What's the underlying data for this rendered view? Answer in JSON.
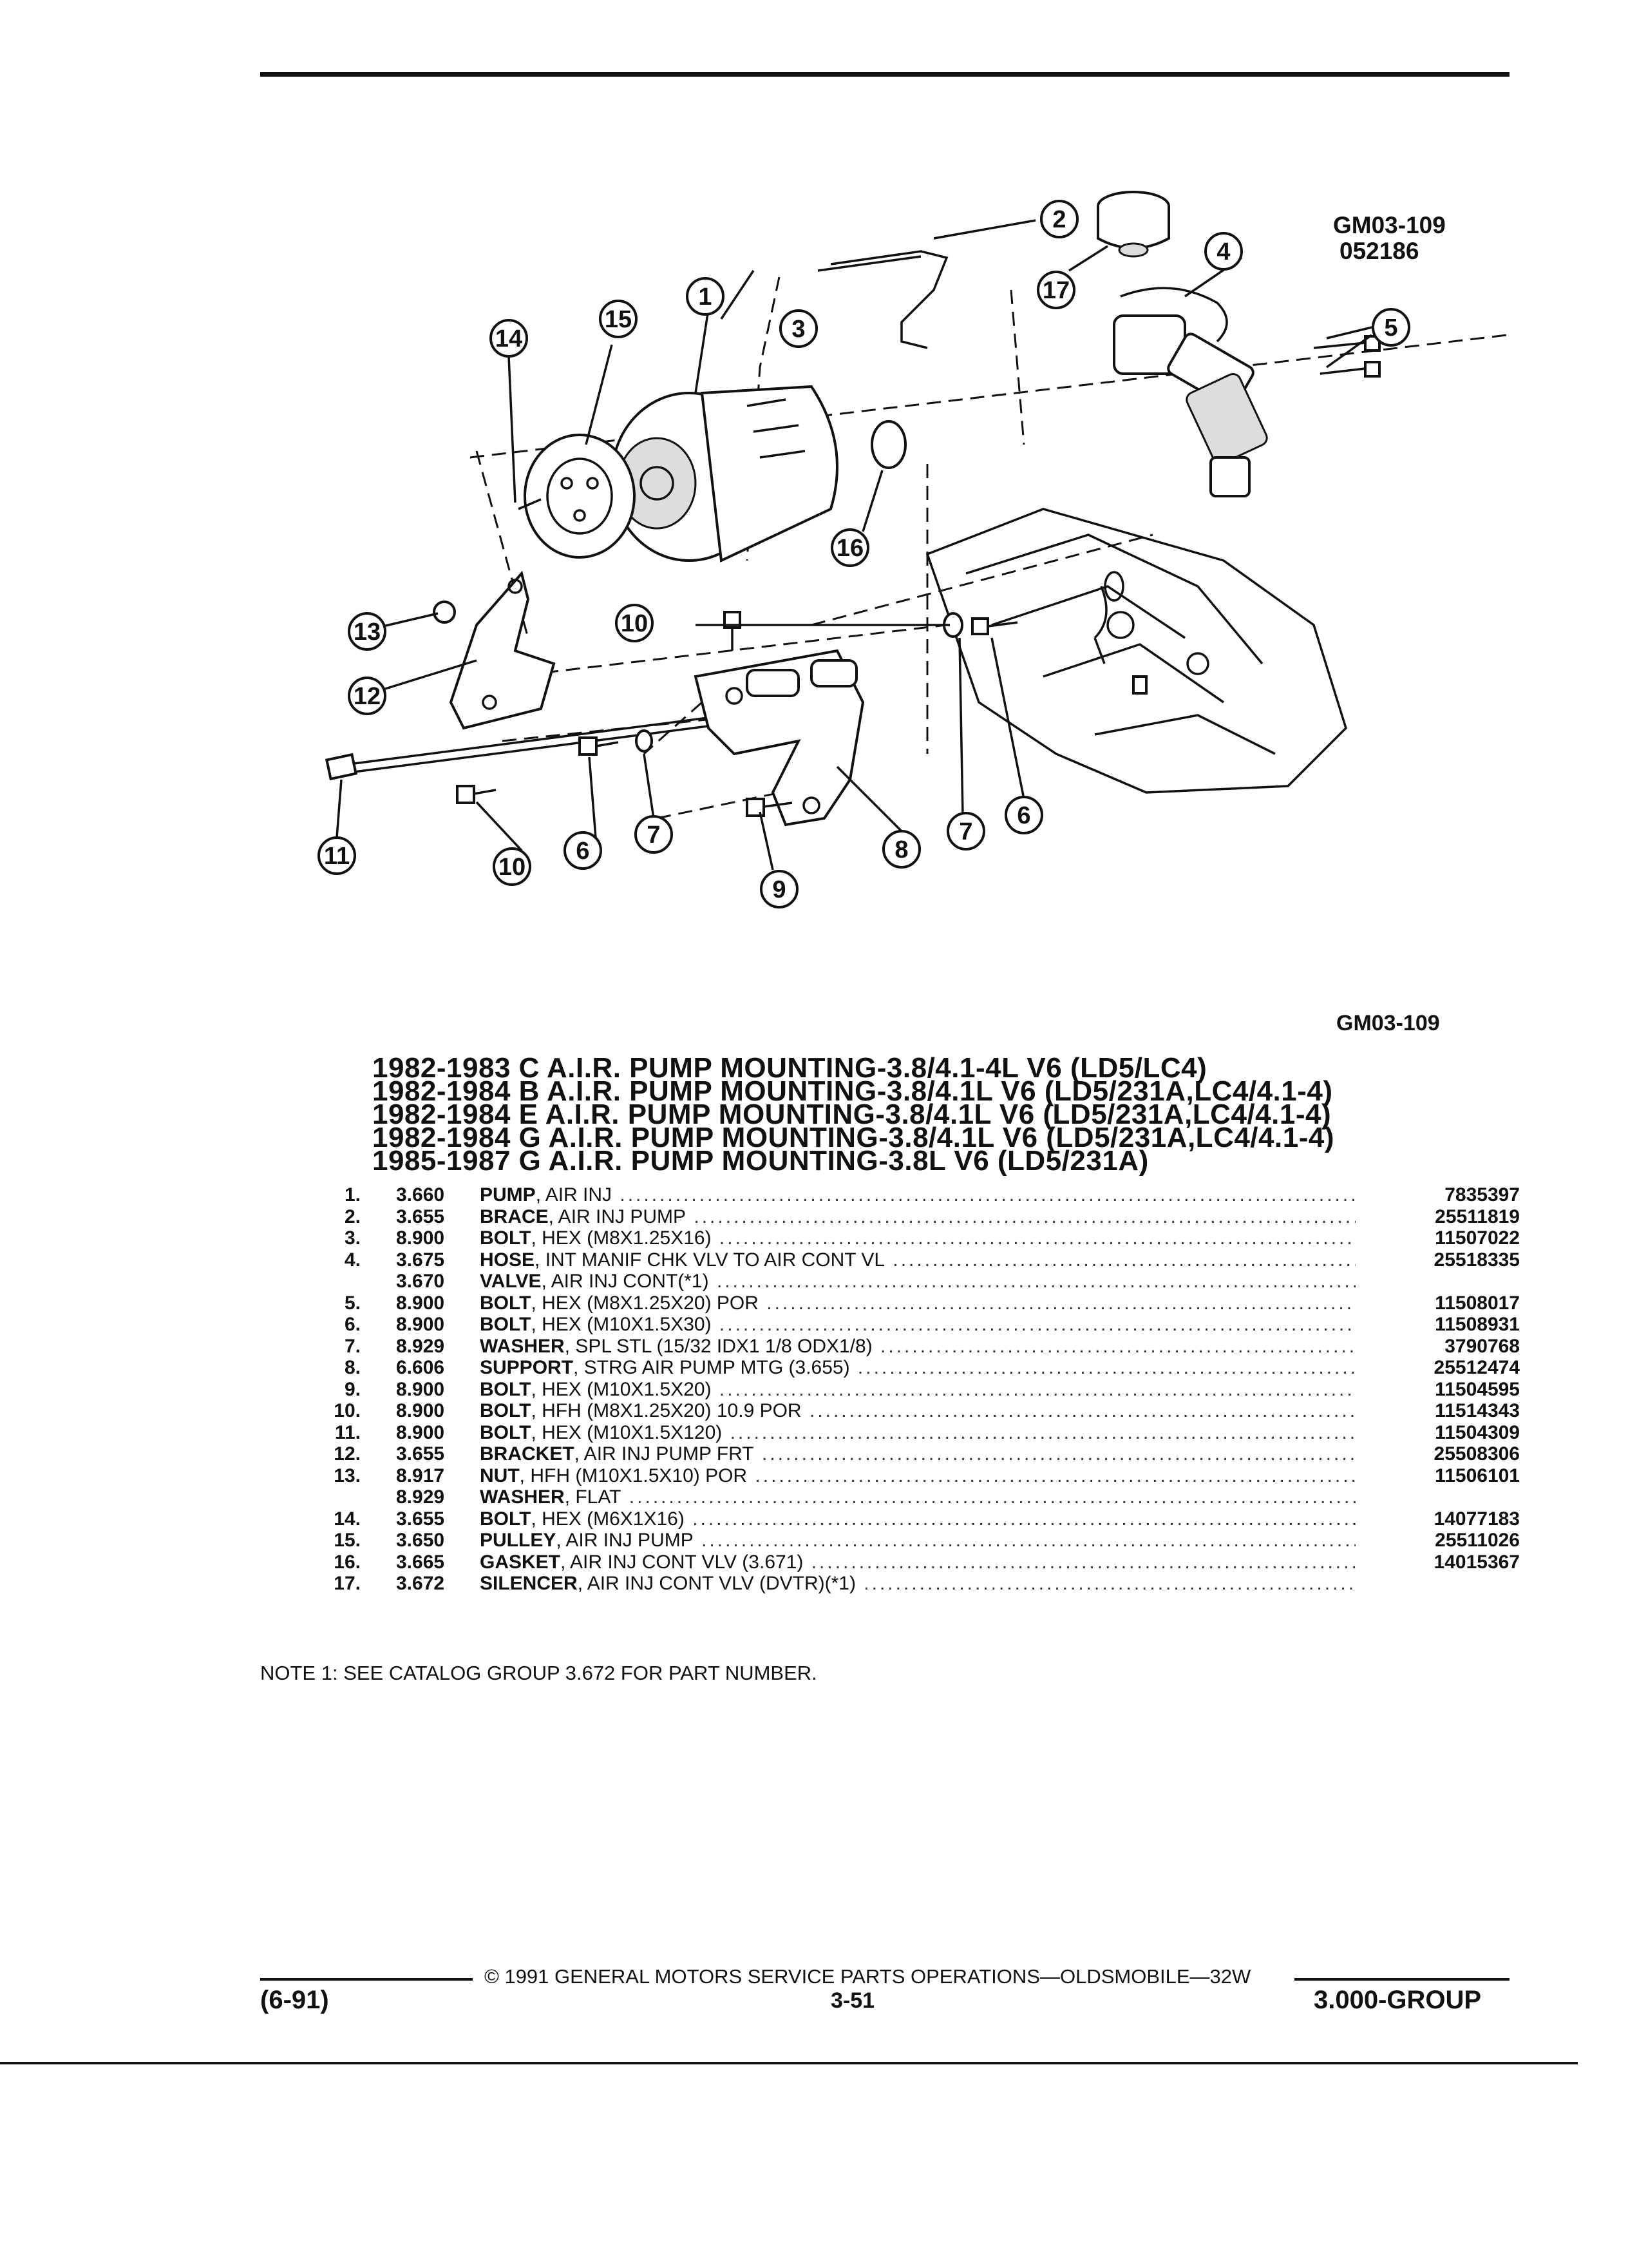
{
  "diagram": {
    "code": "GM03-109",
    "date_code": "052186",
    "callouts": [
      "1",
      "2",
      "3",
      "4",
      "5",
      "6",
      "7",
      "8",
      "9",
      "10",
      "11",
      "12",
      "13",
      "14",
      "15",
      "16",
      "17"
    ]
  },
  "figure_code": "GM03-109",
  "titles": [
    "1982-1983 C A.I.R. PUMP MOUNTING-3.8/4.1-4L V6 (LD5/LC4)",
    "1982-1984 B A.I.R. PUMP MOUNTING-3.8/4.1L V6 (LD5/231A,LC4/4.1-4)",
    "1982-1984 E A.I.R. PUMP MOUNTING-3.8/4.1L V6 (LD5/231A,LC4/4.1-4)",
    "1982-1984 G A.I.R. PUMP MOUNTING-3.8/4.1L V6 (LD5/231A,LC4/4.1-4)",
    "1985-1987 G A.I.R. PUMP MOUNTING-3.8L V6 (LD5/231A)"
  ],
  "parts": [
    {
      "num": "1.",
      "group": "3.660",
      "name": "PUMP",
      "detail": ", AIR INJ",
      "part_number": "7835397"
    },
    {
      "num": "2.",
      "group": "3.655",
      "name": "BRACE",
      "detail": ", AIR INJ PUMP",
      "part_number": "25511819"
    },
    {
      "num": "3.",
      "group": "8.900",
      "name": "BOLT",
      "detail": ", HEX (M8X1.25X16)",
      "part_number": "11507022"
    },
    {
      "num": "4.",
      "group": "3.675",
      "name": "HOSE",
      "detail": ", INT MANIF CHK VLV TO AIR CONT VL",
      "part_number": "25518335"
    },
    {
      "num": "",
      "group": "3.670",
      "name": "VALVE",
      "detail": ", AIR INJ CONT(*1)",
      "part_number": ""
    },
    {
      "num": "5.",
      "group": "8.900",
      "name": "BOLT",
      "detail": ", HEX (M8X1.25X20) POR",
      "part_number": "11508017"
    },
    {
      "num": "6.",
      "group": "8.900",
      "name": "BOLT",
      "detail": ", HEX (M10X1.5X30)",
      "part_number": "11508931"
    },
    {
      "num": "7.",
      "group": "8.929",
      "name": "WASHER",
      "detail": ", SPL STL (15/32 IDX1 1/8 ODX1/8)",
      "part_number": "3790768"
    },
    {
      "num": "8.",
      "group": "6.606",
      "name": "SUPPORT",
      "detail": ", STRG AIR PUMP MTG (3.655)",
      "part_number": "25512474"
    },
    {
      "num": "9.",
      "group": "8.900",
      "name": "BOLT",
      "detail": ", HEX (M10X1.5X20)",
      "part_number": "11504595"
    },
    {
      "num": "10.",
      "group": "8.900",
      "name": "BOLT",
      "detail": ", HFH (M8X1.25X20) 10.9 POR",
      "part_number": "11514343"
    },
    {
      "num": "11.",
      "group": "8.900",
      "name": "BOLT",
      "detail": ", HEX (M10X1.5X120)",
      "part_number": "11504309"
    },
    {
      "num": "12.",
      "group": "3.655",
      "name": "BRACKET",
      "detail": ", AIR INJ PUMP FRT",
      "part_number": "25508306"
    },
    {
      "num": "13.",
      "group": "8.917",
      "name": "NUT",
      "detail": ", HFH (M10X1.5X10) POR",
      "part_number": "11506101"
    },
    {
      "num": "",
      "group": "8.929",
      "name": "WASHER",
      "detail": ", FLAT",
      "part_number": ""
    },
    {
      "num": "14.",
      "group": "3.655",
      "name": "BOLT",
      "detail": ", HEX (M6X1X16)",
      "part_number": "14077183"
    },
    {
      "num": "15.",
      "group": "3.650",
      "name": "PULLEY",
      "detail": ", AIR INJ PUMP",
      "part_number": "25511026"
    },
    {
      "num": "16.",
      "group": "3.665",
      "name": "GASKET",
      "detail": ", AIR INJ CONT VLV (3.671)",
      "part_number": "14015367"
    },
    {
      "num": "17.",
      "group": "3.672",
      "name": "SILENCER",
      "detail": ", AIR INJ CONT VLV (DVTR)(*1)",
      "part_number": ""
    }
  ],
  "note": "NOTE  1:  SEE CATALOG GROUP 3.672 FOR PART NUMBER.",
  "footer": {
    "copyright": "© 1991 GENERAL MOTORS SERVICE PARTS OPERATIONS—OLDSMOBILE—32W",
    "revision": "(6-91)",
    "page": "3-51",
    "group": "3.000-GROUP"
  }
}
